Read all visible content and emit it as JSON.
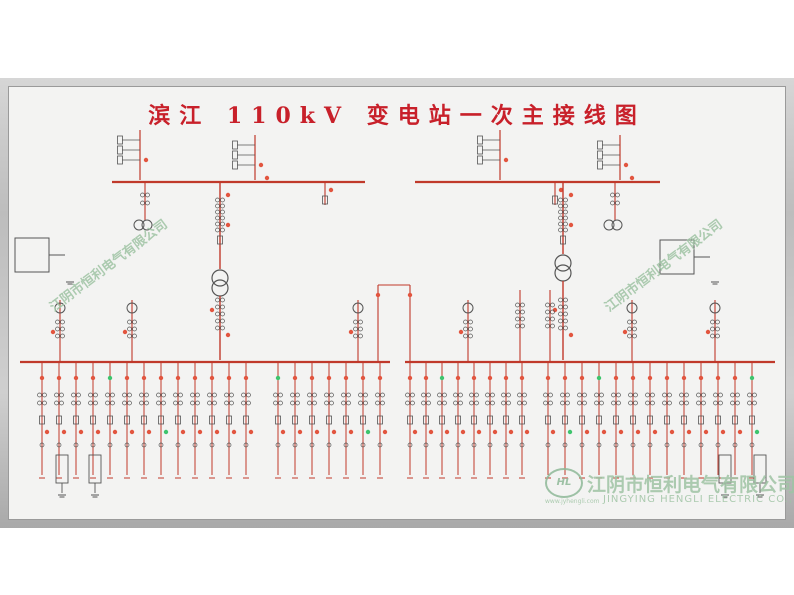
{
  "title": "滨江 110kV 变电站一次主接线图",
  "watermark": {
    "company_zh": "江阴市恒利电气有限公司",
    "company_en": "JINGYING HENGLI ELECTRIC CO.,LTD",
    "url": "www.jyhengli.com",
    "logo_text": "HL"
  },
  "colors": {
    "board": "#f3f3f2",
    "title": "#c8202a",
    "line": "#c0392b",
    "device": "#555555",
    "indicator_red": "#e2553f",
    "indicator_green": "#3ec46d",
    "watermark": "#9fc4a4"
  },
  "icons": [
    "transformer-icon",
    "breaker-icon",
    "disconnector-icon",
    "indicator-lamp-icon",
    "ground-icon",
    "capacitor-bank-icon"
  ]
}
